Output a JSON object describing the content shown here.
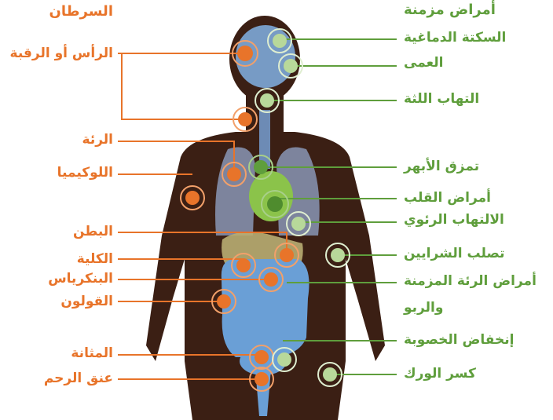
{
  "headers": {
    "cancer": "السرطان",
    "chronic": "أمراض مزمنة"
  },
  "cancer_labels": [
    {
      "id": "head-neck",
      "text": "الرأس أو الرقبة"
    },
    {
      "id": "lung",
      "text": "الرئة"
    },
    {
      "id": "leukemia",
      "text": "اللوكيميا"
    },
    {
      "id": "stomach",
      "text": "البطن"
    },
    {
      "id": "kidney",
      "text": "الكلية"
    },
    {
      "id": "pancreas",
      "text": "البنكرياس"
    },
    {
      "id": "colon",
      "text": "القولون"
    },
    {
      "id": "bladder",
      "text": "المثانة"
    },
    {
      "id": "cervix",
      "text": "عنق الرحم"
    }
  ],
  "chronic_labels": [
    {
      "id": "stroke",
      "text": "السكتة الدماغية"
    },
    {
      "id": "blindness",
      "text": "العمى"
    },
    {
      "id": "periodontitis",
      "text": "التهاب اللثة"
    },
    {
      "id": "aortic",
      "text": "تمزق الأبهر"
    },
    {
      "id": "heart",
      "text": "أمراض القلب"
    },
    {
      "id": "pneumonia",
      "text": "الالتهاب الرئوي"
    },
    {
      "id": "atherosclerosis",
      "text": "تصلب الشرايين"
    },
    {
      "id": "copd",
      "text": "أمراض الرئة المزمنة"
    },
    {
      "id": "asthma",
      "text": "والربو"
    },
    {
      "id": "fertility",
      "text": "إنخفاض الخصوبة"
    },
    {
      "id": "hip",
      "text": "كسر الورك"
    }
  ],
  "colors": {
    "cancer": "#e8742a",
    "chronic": "#5f9e3c",
    "silhouette": "#3b1f14",
    "organ_blue": "#7ea8d8",
    "heart_green": "#8bc34a"
  }
}
